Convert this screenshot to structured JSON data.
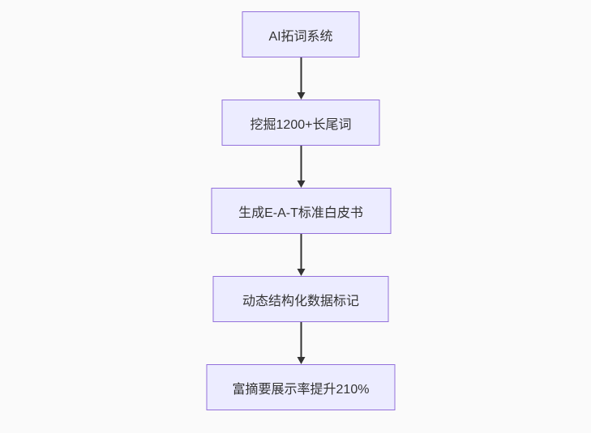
{
  "diagram": {
    "type": "flowchart",
    "direction": "top-down",
    "colors": {
      "background": "#fafafa",
      "node_fill": "#ECECFF",
      "node_border": "#9370DB",
      "arrow": "#333333",
      "text": "#333333"
    },
    "nodes": [
      {
        "id": "n1",
        "label": "AI拓词系统"
      },
      {
        "id": "n2",
        "label": "挖掘1200+长尾词"
      },
      {
        "id": "n3",
        "label": "生成E-A-T标准白皮书"
      },
      {
        "id": "n4",
        "label": "动态结构化数据标记"
      },
      {
        "id": "n5",
        "label": "富摘要展示率提升210%"
      }
    ],
    "edges": [
      {
        "from": "n1",
        "to": "n2"
      },
      {
        "from": "n2",
        "to": "n3"
      },
      {
        "from": "n3",
        "to": "n4"
      },
      {
        "from": "n4",
        "to": "n5"
      }
    ]
  }
}
